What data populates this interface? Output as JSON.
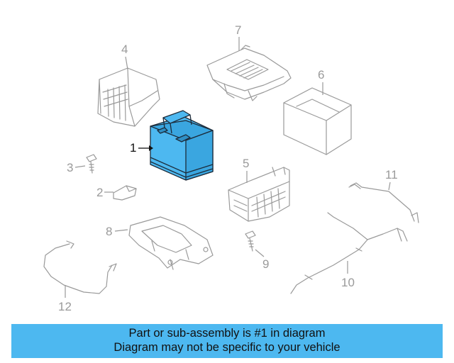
{
  "callouts": {
    "c1": "1",
    "c2": "2",
    "c3": "3",
    "c4": "4",
    "c5": "5",
    "c6": "6",
    "c7": "7",
    "c8": "8",
    "c9": "9",
    "c10": "10",
    "c11": "11",
    "c12": "12"
  },
  "highlight": {
    "color": "#4db8f0",
    "part": "1"
  },
  "banner": {
    "line1": "Part or sub-assembly is #1 in diagram",
    "line2": "Diagram may not be specific to your vehicle",
    "color": "#4db8f0"
  }
}
